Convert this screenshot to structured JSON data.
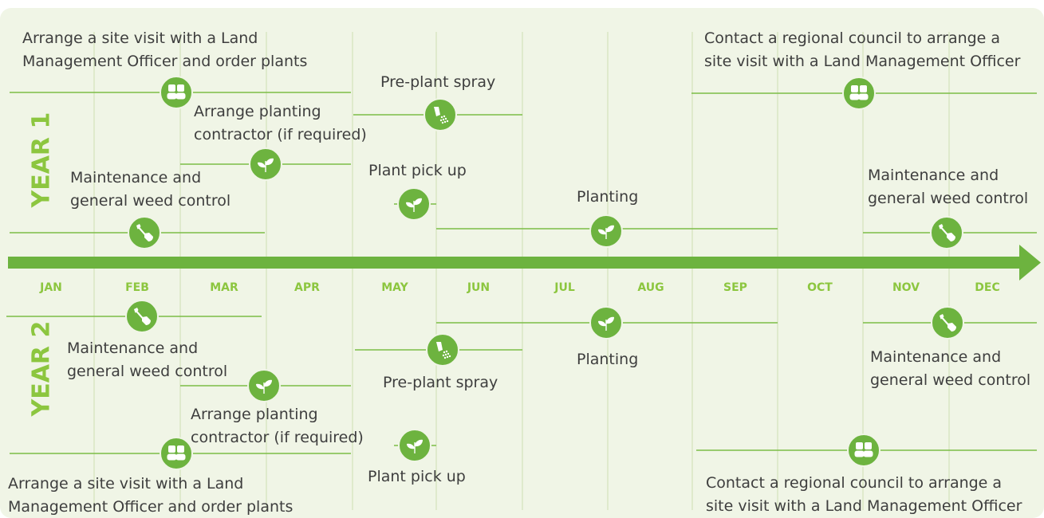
{
  "colors": {
    "accent": "#6db33f",
    "month_text": "#8cc63f",
    "panel": "#f0f5e6",
    "text": "#3e3e3e",
    "line": "#7cbd46"
  },
  "months": [
    "JAN",
    "FEB",
    "MAR",
    "APR",
    "MAY",
    "JUN",
    "JUL",
    "AUG",
    "SEP",
    "OCT",
    "NOV",
    "DEC"
  ],
  "year1": {
    "label": "YEAR 1",
    "site_visit": {
      "line1": "Arrange a site visit with a Land",
      "line2": "Management Officer and order plants"
    },
    "pre_plant_spray": "Pre-plant spray",
    "planting_contractor": {
      "line1": "Arrange planting",
      "line2": "contractor (if required)"
    },
    "plant_pick_up": "Plant pick up",
    "maintenance_left": {
      "line1": "Maintenance and",
      "line2": "general weed control"
    },
    "planting": "Planting",
    "maintenance_right": {
      "line1": "Maintenance and",
      "line2": "general weed control"
    },
    "contact_council": {
      "line1": "Contact a regional council to arrange a",
      "line2": "site visit with a Land Management Officer"
    }
  },
  "year2": {
    "label": "YEAR 2",
    "maintenance_left": {
      "line1": "Maintenance and",
      "line2": "general weed control"
    },
    "planting": "Planting",
    "maintenance_right": {
      "line1": "Maintenance and",
      "line2": "general weed control"
    },
    "pre_plant_spray": "Pre-plant spray",
    "planting_contractor": {
      "line1": "Arrange planting",
      "line2": "contractor (if required)"
    },
    "plant_pick_up": "Plant pick up",
    "site_visit": {
      "line1": "Arrange a site visit with a Land",
      "line2": "Management Officer and order plants"
    },
    "contact_council": {
      "line1": "Contact a regional council to arrange a",
      "line2": "site visit with a Land Management Officer"
    }
  },
  "icons": {
    "people": "people-icon",
    "spray": "spray-icon",
    "seedling": "seedling-icon",
    "spade": "spade-icon"
  }
}
